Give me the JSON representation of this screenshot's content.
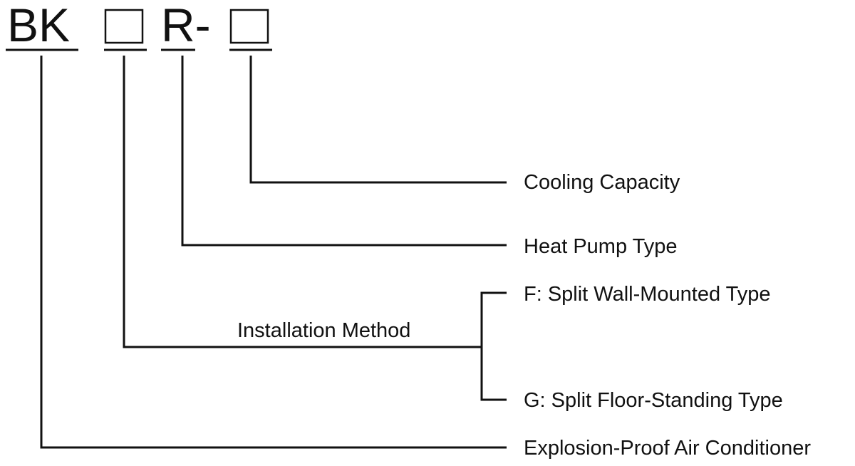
{
  "code": {
    "prefix": "BK",
    "middle": "R-"
  },
  "labels": {
    "cooling_capacity": "Cooling Capacity",
    "heat_pump_type": "Heat Pump Type",
    "installation_method": "Installation Method",
    "split_wall_mounted": "F: Split Wall-Mounted Type",
    "split_floor_standing": "G: Split Floor-Standing Type",
    "explosion_proof": "Explosion-Proof Air Conditioner"
  },
  "colors": {
    "line": "#111111",
    "text": "#111111",
    "background": "#ffffff"
  }
}
